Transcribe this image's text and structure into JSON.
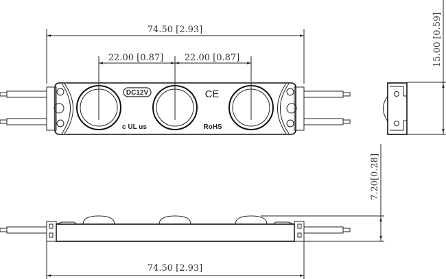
{
  "dimensions": {
    "length_top": "74.50 [2.93]",
    "pitch_left": "22.00 [0.87]",
    "pitch_right": "22.00 [0.87]",
    "width_side": "15.00 [0.59]",
    "height_side": "7.20[0.28]",
    "length_bottom": "74.50 [2.93]"
  },
  "module_markings": {
    "voltage": "DC12V",
    "ce": "CE",
    "ul": "c UL us",
    "rohs": "RoHS"
  }
}
